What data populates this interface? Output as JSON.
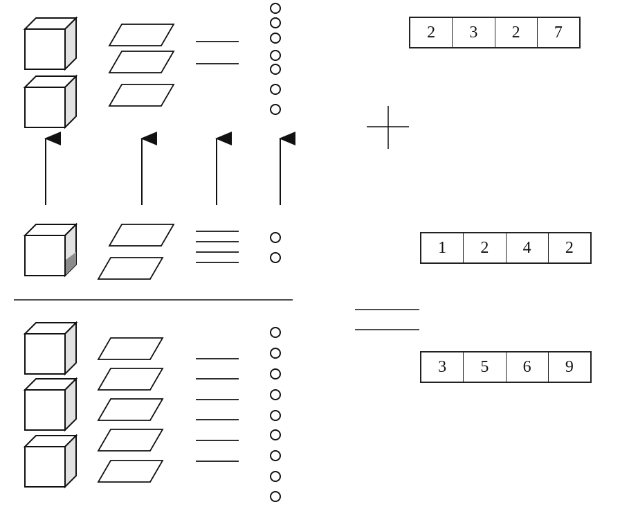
{
  "addends": [
    {
      "name": "top",
      "thousands": 2,
      "hundreds": 3,
      "tens": 2,
      "ones": 7,
      "digits": [
        "2",
        "3",
        "2",
        "7"
      ]
    },
    {
      "name": "bottom",
      "thousands": 1,
      "hundreds": 2,
      "tens": 4,
      "ones": 2,
      "digits": [
        "1",
        "2",
        "4",
        "2"
      ]
    }
  ],
  "sum": {
    "thousands": 3,
    "hundreds": 5,
    "tens": 6,
    "ones": 9,
    "digits": [
      "3",
      "5",
      "6",
      "9"
    ]
  },
  "operator_icon": "plus-sign-icon",
  "place_value_icons": [
    "cube-icon",
    "flat-icon",
    "rod-icon",
    "unit-circle-icon"
  ],
  "colors": {
    "stroke": "#111111",
    "shade": "#8c8c8c"
  }
}
